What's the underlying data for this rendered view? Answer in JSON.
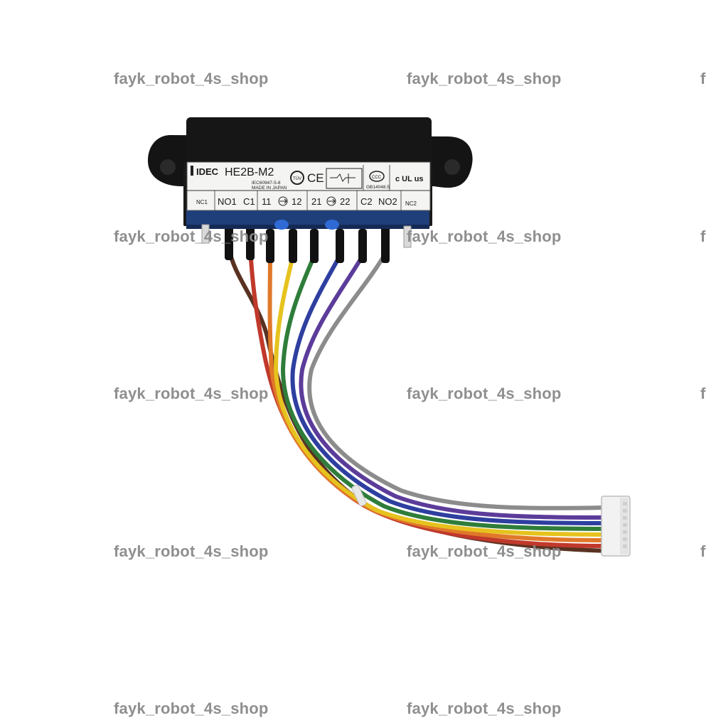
{
  "watermark": {
    "text": "fayk_robot_4s_shop"
  },
  "label": {
    "brand": "IDEC",
    "model": "HE2B-M2",
    "standard": "IEC60947-5-8",
    "origin": "MADE IN JAPAN",
    "gb_mark": "GB14048.5",
    "ul_mark": "c UL us",
    "ce_mark": "CE"
  },
  "terminals": {
    "nc1": "NC1",
    "no1": "NO1",
    "c1": "C1",
    "t11": "11",
    "t12": "12",
    "t21": "21",
    "t22": "22",
    "c2": "C2",
    "no2": "NO2",
    "nc2": "NC2"
  },
  "wire_colors": {
    "black": "#1d1d1d",
    "brown": "#5a3222",
    "red": "#c0392b",
    "orange": "#e0782a",
    "yellow": "#e6c21e",
    "green": "#2f7d3a",
    "blue": "#2e3fa0",
    "purple": "#5c3c9a",
    "gray": "#8c8c8c"
  }
}
